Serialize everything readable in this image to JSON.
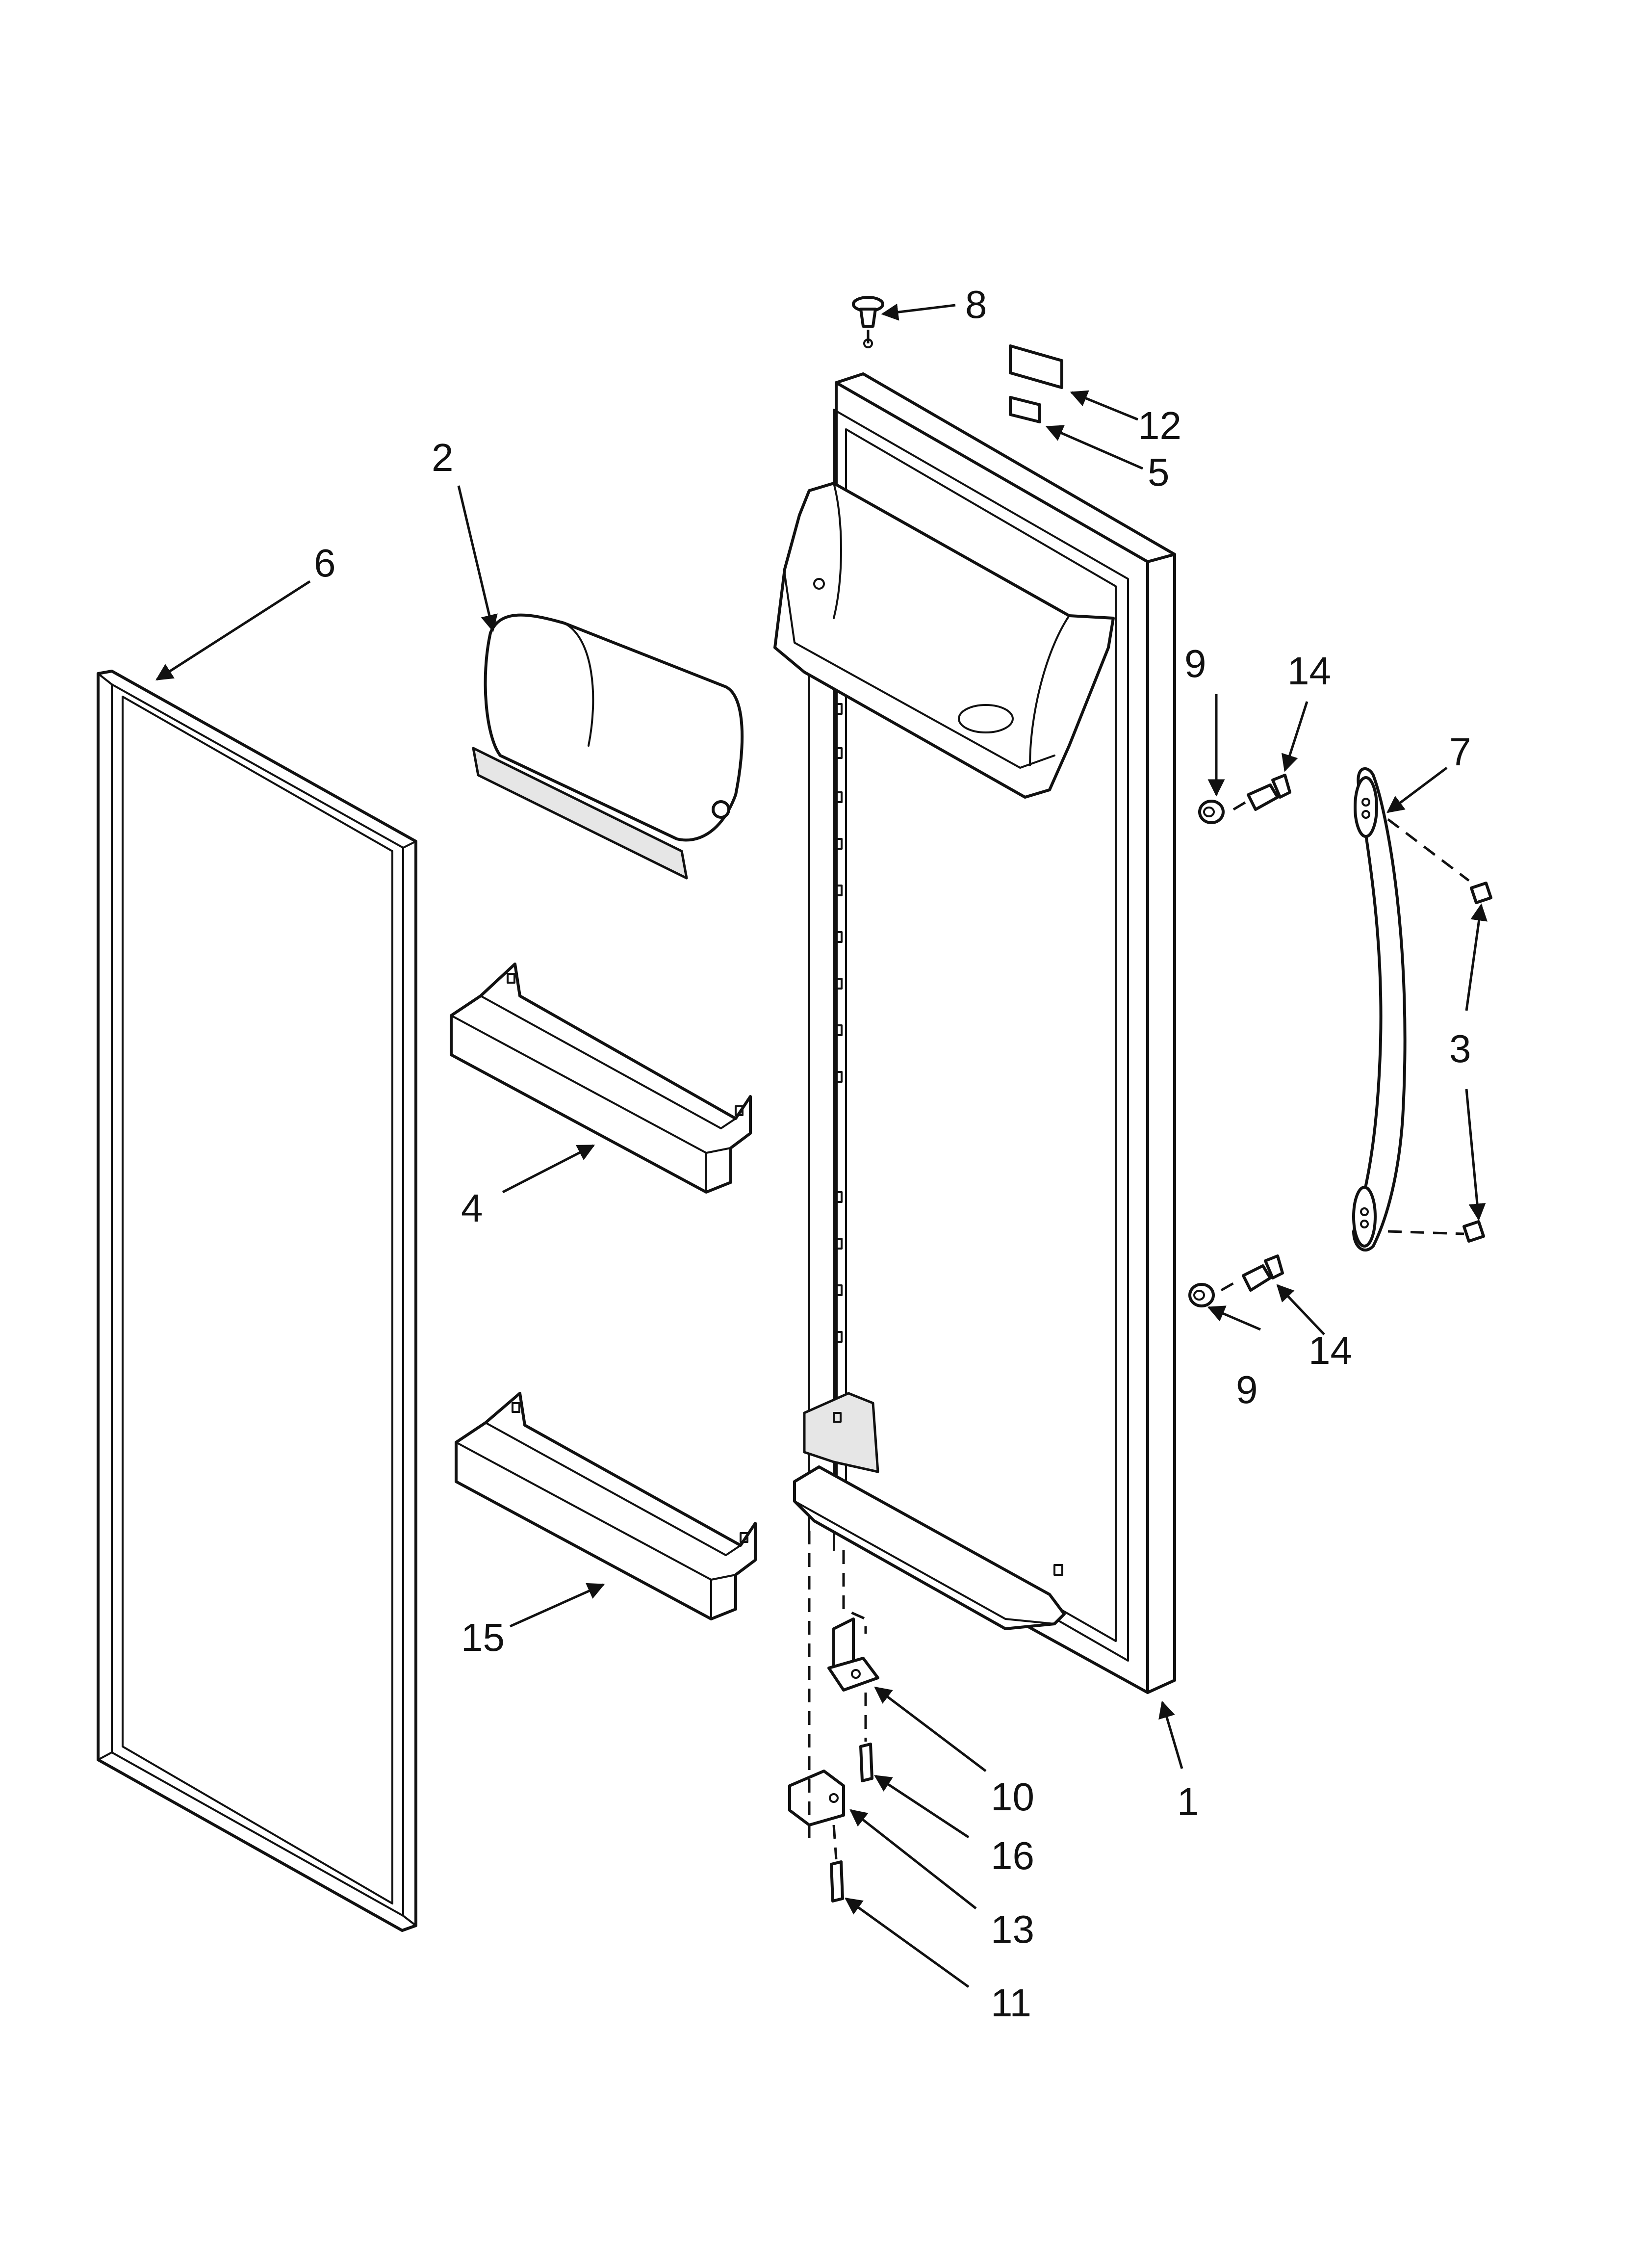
{
  "diagram_title": "",
  "callouts": [
    {
      "id": "c1",
      "label": "1"
    },
    {
      "id": "c2",
      "label": "2"
    },
    {
      "id": "c3",
      "label": "3"
    },
    {
      "id": "c4",
      "label": "4"
    },
    {
      "id": "c5",
      "label": "5"
    },
    {
      "id": "c6",
      "label": "6"
    },
    {
      "id": "c7",
      "label": "7"
    },
    {
      "id": "c8",
      "label": "8"
    },
    {
      "id": "c9a",
      "label": "9"
    },
    {
      "id": "c9b",
      "label": "9"
    },
    {
      "id": "c10",
      "label": "10"
    },
    {
      "id": "c11",
      "label": "11"
    },
    {
      "id": "c12",
      "label": "12"
    },
    {
      "id": "c13",
      "label": "13"
    },
    {
      "id": "c14a",
      "label": "14"
    },
    {
      "id": "c14b",
      "label": "14"
    },
    {
      "id": "c15",
      "label": "15"
    },
    {
      "id": "c16",
      "label": "16"
    }
  ]
}
